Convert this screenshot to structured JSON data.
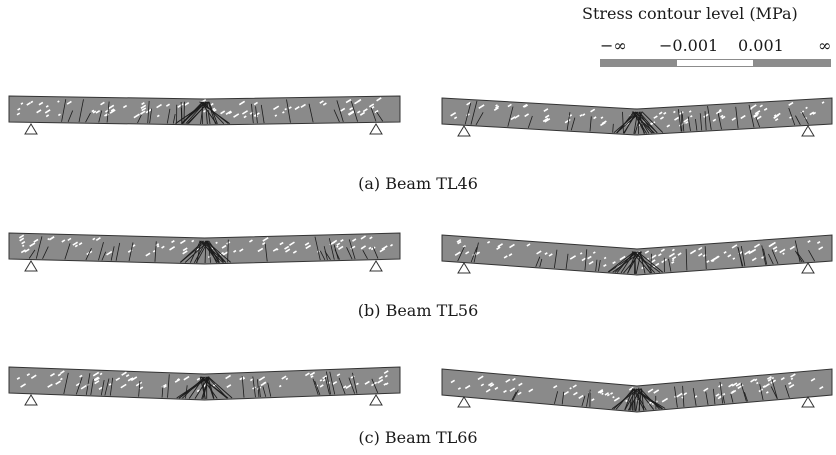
{
  "legend": {
    "title": "Stress contour level (MPa)",
    "ticks": [
      "−∞",
      "−0.001",
      "0.001",
      "∞"
    ],
    "colors": {
      "compression": "#8c8c8c",
      "neutral": "#ffffff",
      "tension": "#8c8c8c"
    }
  },
  "beam_colors": {
    "fill": "#8a8a8a",
    "crack": "#1c1c1c",
    "spot": "#ffffff",
    "outline": "#333333"
  },
  "panels": [
    {
      "caption": "(a) Beam TL46"
    },
    {
      "caption": "(b) Beam TL56"
    },
    {
      "caption": "(c) Beam TL66"
    }
  ]
}
